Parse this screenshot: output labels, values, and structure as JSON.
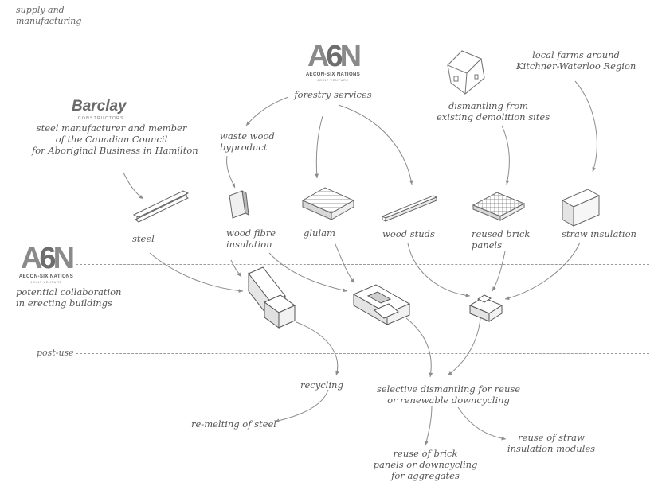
{
  "sections": {
    "supply": "supply and\nmanufacturing",
    "post_use": "post-use"
  },
  "logos": {
    "a6n_mark": "A6N",
    "a6n_name": "AECON-SIX NATIONS",
    "a6n_tag": "JOINT VENTURE",
    "barclay_mark": "Barclay",
    "barclay_tag": "CONSTRUCTORS"
  },
  "sources": {
    "forestry": "forestry services",
    "barclay_desc": "steel manufacturer and member\nof the Canadian Council\nfor Aboriginal Business in Hamilton",
    "waste_wood": "waste wood\nbyproduct",
    "demolition": "dismantling from\nexisting demolition sites",
    "farms": "local farms around\nKitchner-Waterloo Region",
    "collab": "potential collaboration\nin erecting buildings"
  },
  "materials": {
    "steel": "steel",
    "wood_fibre": "wood fibre\ninsulation",
    "glulam": "glulam",
    "wood_studs": "wood studs",
    "brick": "reused brick\npanels",
    "straw": "straw insulation"
  },
  "post_use": {
    "recycling": "recycling",
    "remelting": "re-melting of steel",
    "selective": "selective dismantling for reuse\nor renewable downcycling",
    "brick_reuse": "reuse of brick\npanels or downcycling\nfor aggregates",
    "straw_reuse": "reuse of straw\ninsulation modules"
  },
  "colors": {
    "line": "#8c8c8c",
    "text": "#555555",
    "dash": "#9a9a9a"
  }
}
